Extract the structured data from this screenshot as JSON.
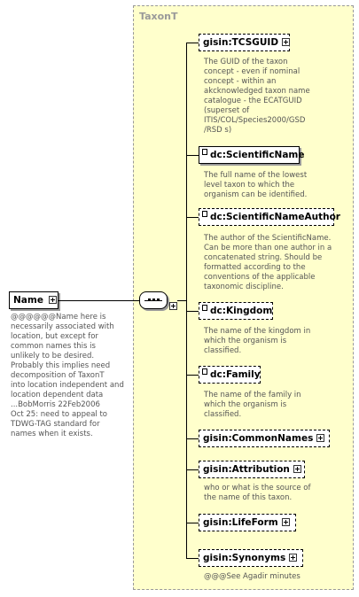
{
  "root": {
    "name": "Name",
    "doc": "@@@@@@Name here is\nnecessarily associated with\nlocation, but except for\ncommon names this is\nunlikely to be desired.\nProbably this implies need\ndecomposition of TaxonT\ninto location independent and\nlocation dependent data\n...BobMorris 22Feb2006\nOct 25: need to appeal to\nTDWG-TAG standard for\nnames when it exists."
  },
  "type": {
    "title": "TaxonT"
  },
  "elements": [
    {
      "name": "gisin:TCSGUID",
      "doc": "The GUID of the taxon\nconcept - even if nominal\nconcept - within an\nakcknowledged taxon name\ncatalogue - the ECATGUID\n(superset of\nITIS/COL/Species2000/GSD\n/RSD s)"
    },
    {
      "name": "dc:ScientificName",
      "doc": "The full name of the lowest\nlevel taxon to which the\norganism can be identified."
    },
    {
      "name": "dc:ScientificNameAuthor",
      "doc": "The author of the ScientificName.\nCan be more than one author in a\nconcatenated string. Should be\nformatted according to the\nconventions of the applicable\ntaxonomic discipline."
    },
    {
      "name": "dc:Kingdom",
      "doc": "The name of the kingdom in\nwhich the organism is\nclassified."
    },
    {
      "name": "dc:Family",
      "doc": "The name of the family in\nwhich the organism is\nclassified."
    },
    {
      "name": "gisin:CommonNames",
      "doc": ""
    },
    {
      "name": "gisin:Attribution",
      "doc": "who or what is the source of\nthe name of this taxon."
    },
    {
      "name": "gisin:LifeForm",
      "doc": ""
    },
    {
      "name": "gisin:Synonyms",
      "doc": "@@@See Agadir minutes"
    }
  ]
}
